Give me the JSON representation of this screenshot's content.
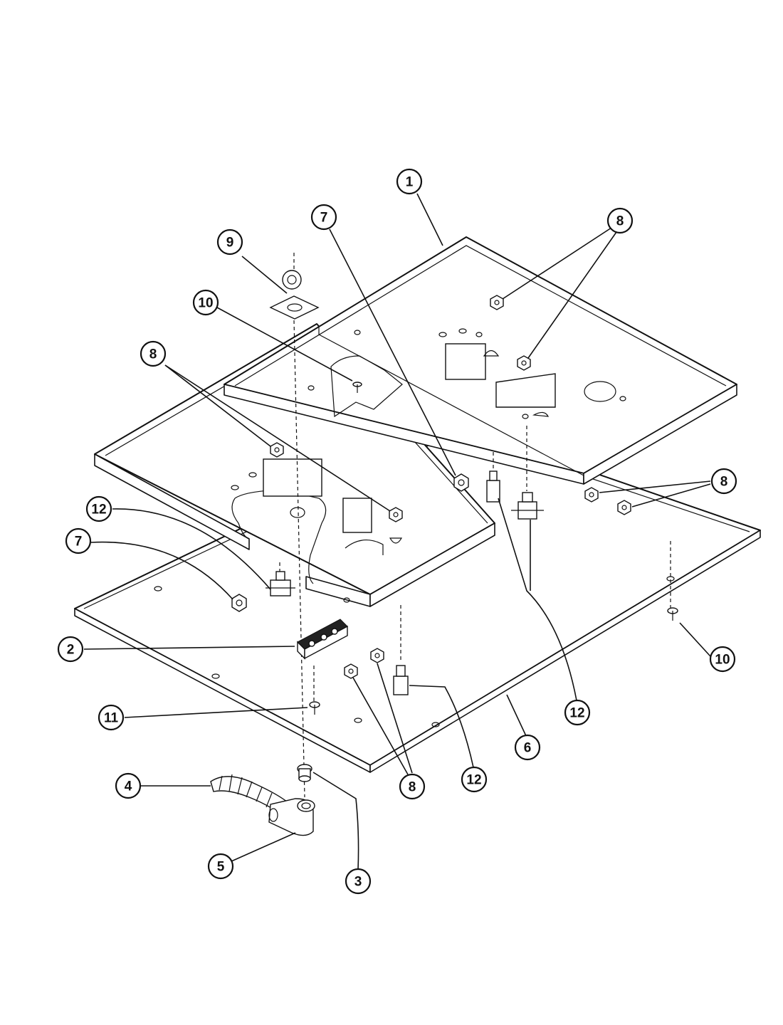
{
  "diagram": {
    "callouts": [
      {
        "id": "c1",
        "label": "1"
      },
      {
        "id": "c7a",
        "label": "7"
      },
      {
        "id": "c8a",
        "label": "8"
      },
      {
        "id": "c9",
        "label": "9"
      },
      {
        "id": "c10a",
        "label": "10"
      },
      {
        "id": "c8b",
        "label": "8"
      },
      {
        "id": "c12a",
        "label": "12"
      },
      {
        "id": "c7b",
        "label": "7"
      },
      {
        "id": "c8c",
        "label": "8"
      },
      {
        "id": "c2",
        "label": "2"
      },
      {
        "id": "c10b",
        "label": "10"
      },
      {
        "id": "c11",
        "label": "11"
      },
      {
        "id": "c12b",
        "label": "12"
      },
      {
        "id": "c6",
        "label": "6"
      },
      {
        "id": "c12c",
        "label": "12"
      },
      {
        "id": "c8d",
        "label": "8"
      },
      {
        "id": "c4",
        "label": "4"
      },
      {
        "id": "c5",
        "label": "5"
      },
      {
        "id": "c3",
        "label": "3"
      }
    ]
  }
}
